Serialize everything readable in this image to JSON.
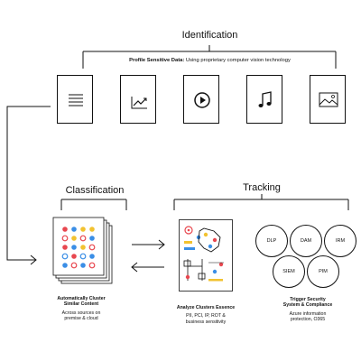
{
  "identification": {
    "title": "Identification",
    "subtitle_bold": "Profile Sensitive Data:",
    "subtitle_rest": " Using proprietary computer vision technology",
    "documents": [
      {
        "icon": "text-lines-icon"
      },
      {
        "icon": "trend-chart-icon"
      },
      {
        "icon": "play-icon"
      },
      {
        "icon": "music-note-icon"
      },
      {
        "icon": "image-icon"
      }
    ]
  },
  "classification": {
    "title": "Classification",
    "caption_bold_1": "Automatically Cluster",
    "caption_bold_2": "Similar Content",
    "caption_1": "Across sources on",
    "caption_2": "premise & cloud"
  },
  "tracking": {
    "title": "Tracking",
    "analyze": {
      "caption_bold": "Analyze Clusters Essence",
      "caption_1": "PII, PCI, IP, ROT &",
      "caption_2": "business sensitivity"
    },
    "trigger": {
      "caption_bold_1": "Trigger Security",
      "caption_bold_2": "System & Compliance",
      "caption_1": "Azure information",
      "caption_2": "protection, O365"
    },
    "systems": [
      "DLP",
      "DAM",
      "IRM",
      "SIEM",
      "PIM"
    ]
  },
  "colors": {
    "red": "#e8474f",
    "yellow": "#f2c230",
    "blue": "#3a8ee6",
    "line": "#111111"
  }
}
